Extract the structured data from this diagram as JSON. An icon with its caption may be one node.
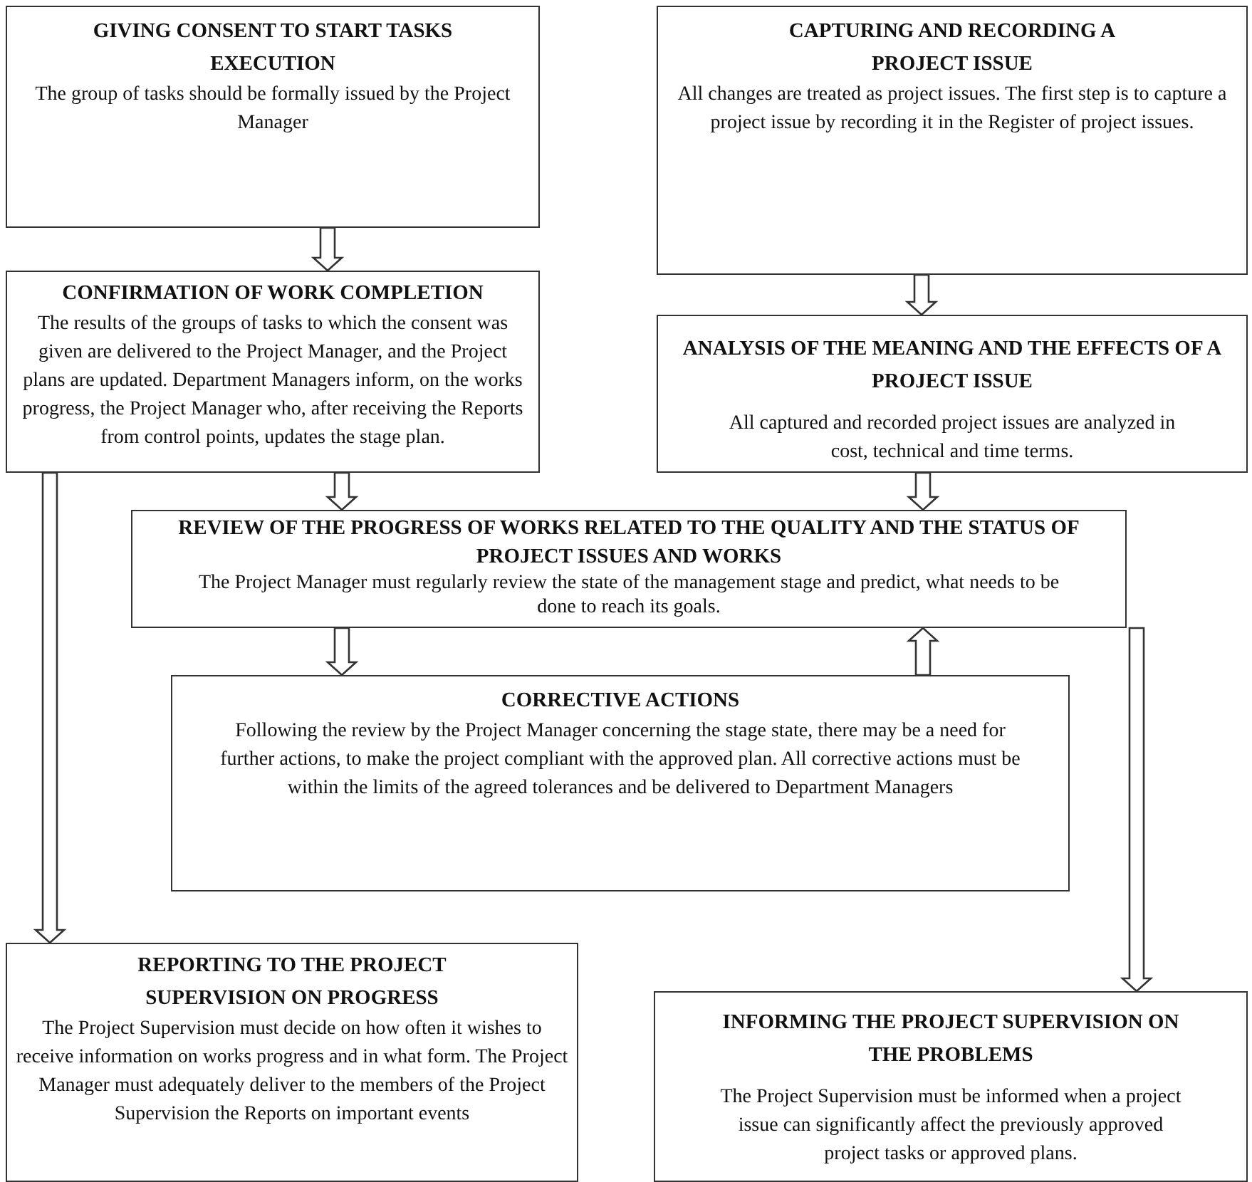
{
  "diagram": {
    "nodes": [
      {
        "text": [
          "GIVING CONSENT TO START TASKS EXECUTION",
          "The group of tasks should be formally issued by the Project Manager"
        ]
      },
      {
        "text": [
          "CAPTURING AND RECORDING A PROJECT ISSUE",
          "All changes are treated as project issues. The first step is to capture a project issue by recording it in the Register of project issues."
        ]
      },
      {
        "text": [
          "CONFIRMATION OF WORK COMPLETION",
          "The results of the groups of tasks to which the consent was given are delivered to the Project Manager, and the Project plans are updated. Department Managers inform, on the works progress, the Project Manager who, after receiving the Reports from control points, updates the stage plan."
        ]
      },
      {
        "text": [
          "ANALYSIS OF THE MEANING AND THE EFFECTS OF A PROJECT ISSUE",
          "All captured and recorded project issues are analyzed in cost, technical and time terms."
        ]
      },
      {
        "text": [
          "REVIEW OF THE PROGRESS OF WORKS RELATED TO THE QUALITY AND THE STATUS OF PROJECT ISSUES AND WORKS",
          "The Project Manager must regularly review the state of the management stage and predict, what needs to be done to reach its goals."
        ]
      },
      {
        "text": [
          "CORRECTIVE ACTIONS",
          "Following the review by the Project Manager concerning the stage state, there may be a need for further actions, to make the project compliant with the approved plan. All corrective actions must be within the limits of the agreed tolerances and be delivered to Department Managers"
        ]
      },
      {
        "text": [
          "REPORTING TO THE PROJECT SUPERVISION ON PROGRESS",
          "The Project Supervision must decide on how often it wishes to receive information on works progress and in what form. The Project Manager must adequately deliver to the members of the Project Supervision the Reports on important events"
        ]
      },
      {
        "text": [
          "INFORMING THE PROJECT SUPERVISION ON THE PROBLEMS",
          "The Project Supervision must be informed when a project issue can significantly affect the previously approved project tasks or approved plans."
        ]
      }
    ],
    "edges": [
      {
        "from": 0,
        "to": 2,
        "arrow": "to"
      },
      {
        "from": 1,
        "to": 3,
        "arrow": "to"
      },
      {
        "from": 2,
        "to": 4,
        "arrow": "to"
      },
      {
        "from": 3,
        "to": 4,
        "arrow": "to"
      },
      {
        "from": 2,
        "to": 6,
        "arrow": "to"
      },
      {
        "from": 4,
        "to": 5,
        "arrow": "to"
      },
      {
        "from": 5,
        "to": 4,
        "arrow": "to"
      },
      {
        "from": 4,
        "to": 7,
        "arrow": "to"
      }
    ]
  }
}
